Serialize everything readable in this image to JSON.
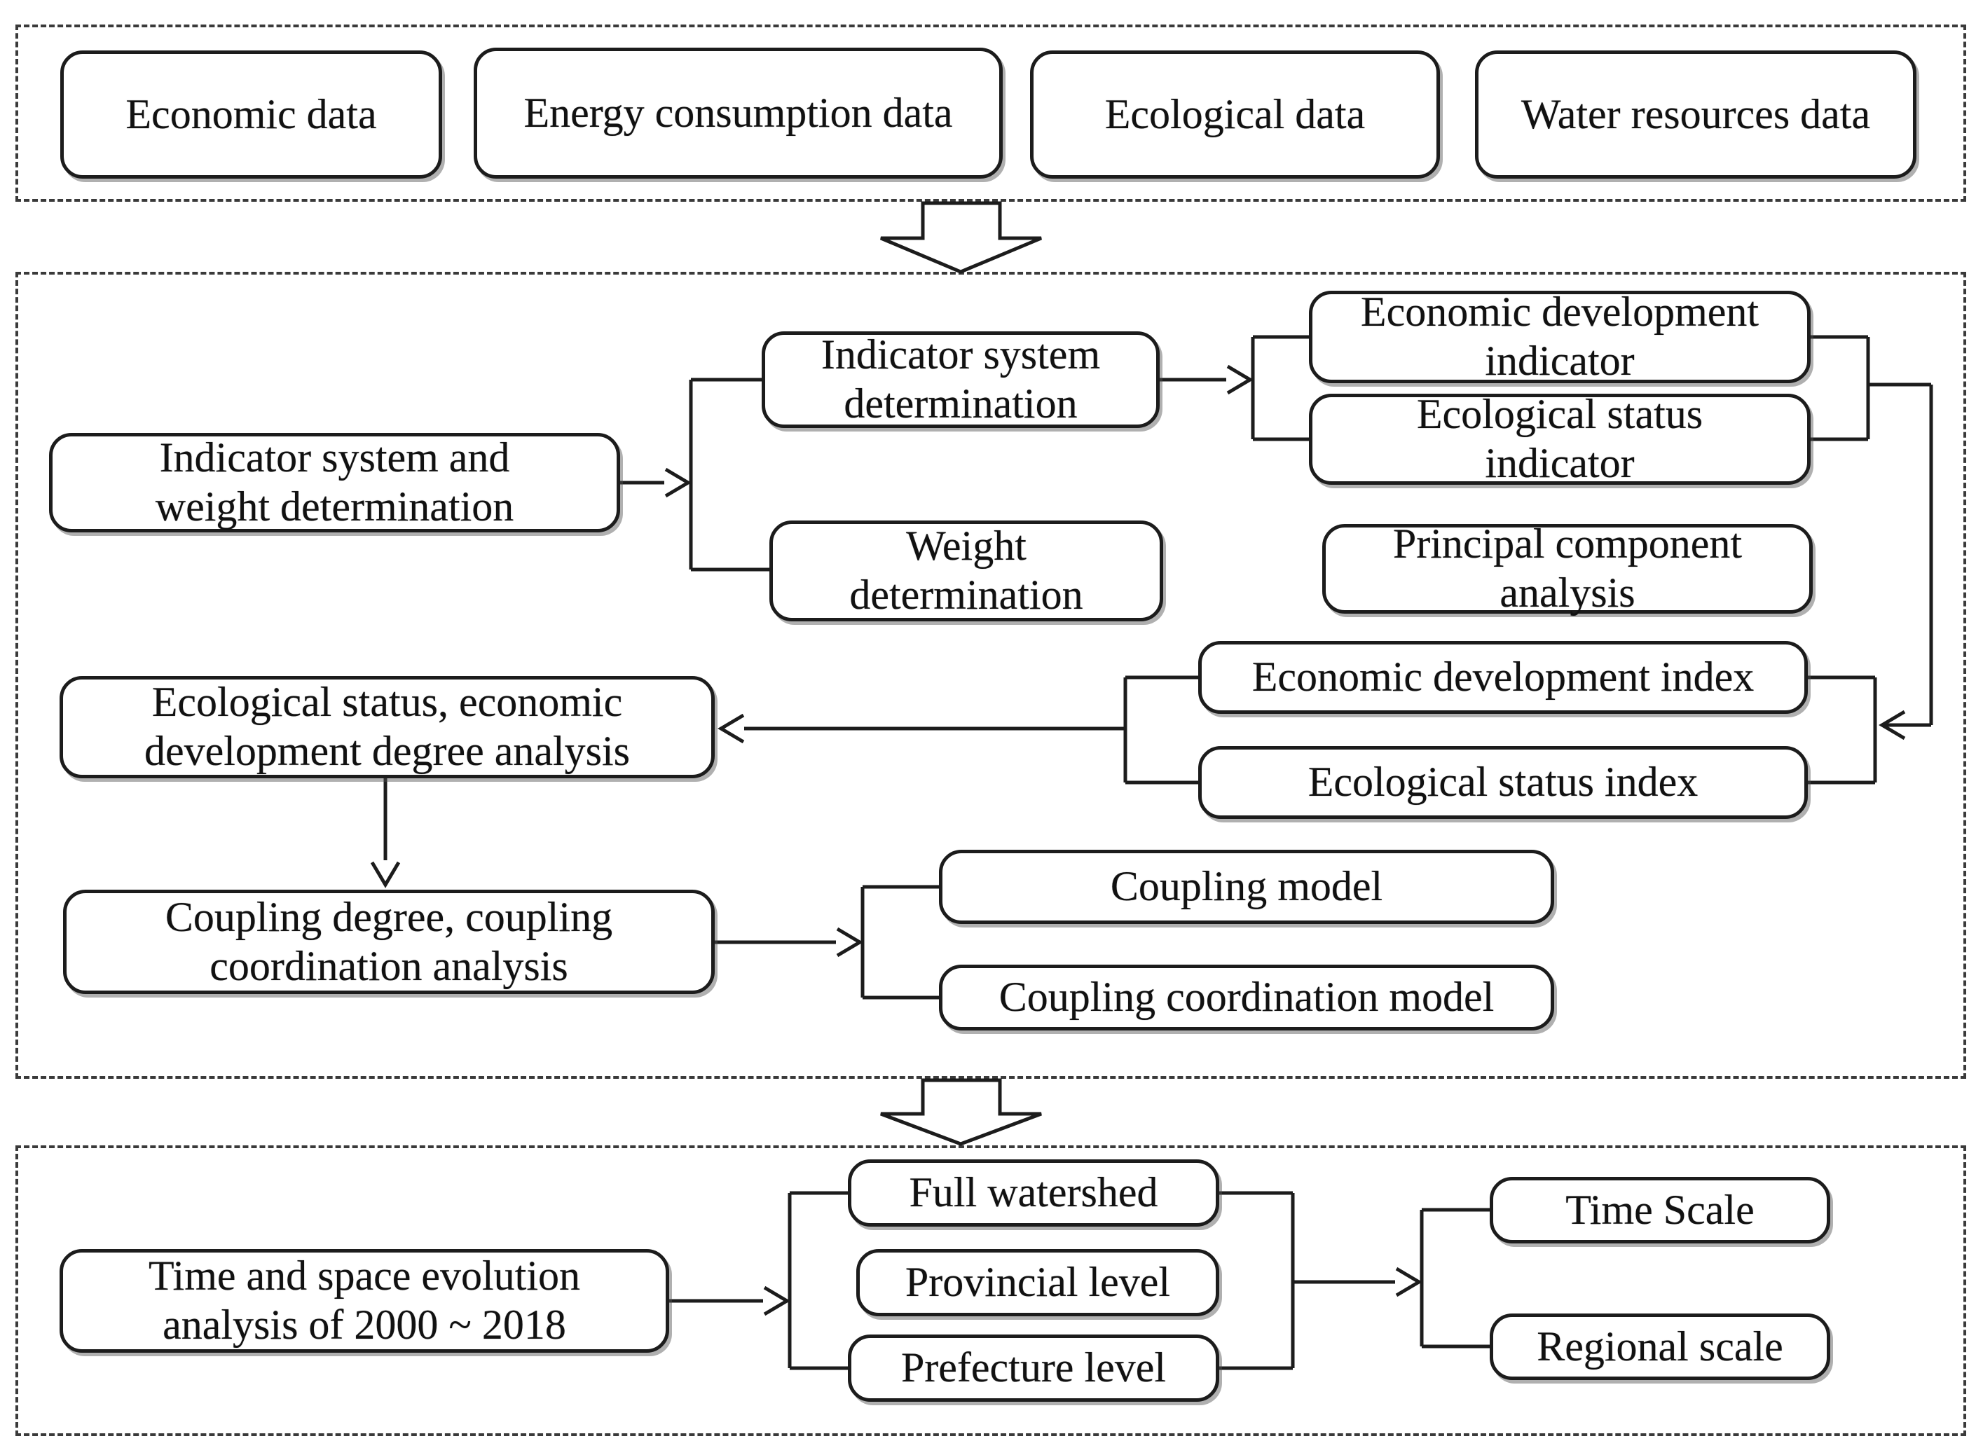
{
  "figure": {
    "background": "#ffffff",
    "line_color": "#1c1c1c",
    "type": "flowchart"
  },
  "sections": {
    "data": {
      "boxes": {
        "economic": "Economic data",
        "energy": "Energy consumption data",
        "ecological": "Ecological data",
        "water": "Water resources data"
      }
    },
    "method": {
      "boxes": {
        "indicator_weight": "Indicator system and\nweight determination",
        "indicator_system": "Indicator system\ndetermination",
        "weight": "Weight\ndetermination",
        "econ_indicator": "Economic development\nindicator",
        "eco_indicator": "Ecological status\nindicator",
        "pca": "Principal component\nanalysis",
        "econ_index": "Economic development index",
        "eco_index": "Ecological status index",
        "degree_analysis": "Ecological status, economic\ndevelopment degree analysis",
        "coupling_analysis": "Coupling degree, coupling\ncoordination analysis",
        "coupling_model": "Coupling model",
        "coupling_coord_model": "Coupling coordination model"
      }
    },
    "evolution": {
      "boxes": {
        "time_space": "Time and space evolution\nanalysis of 2000 ~ 2018",
        "full_watershed": "Full watershed",
        "provincial": "Provincial level",
        "prefecture": "Prefecture level",
        "time_scale": "Time Scale",
        "regional_scale": "Regional scale"
      }
    }
  }
}
